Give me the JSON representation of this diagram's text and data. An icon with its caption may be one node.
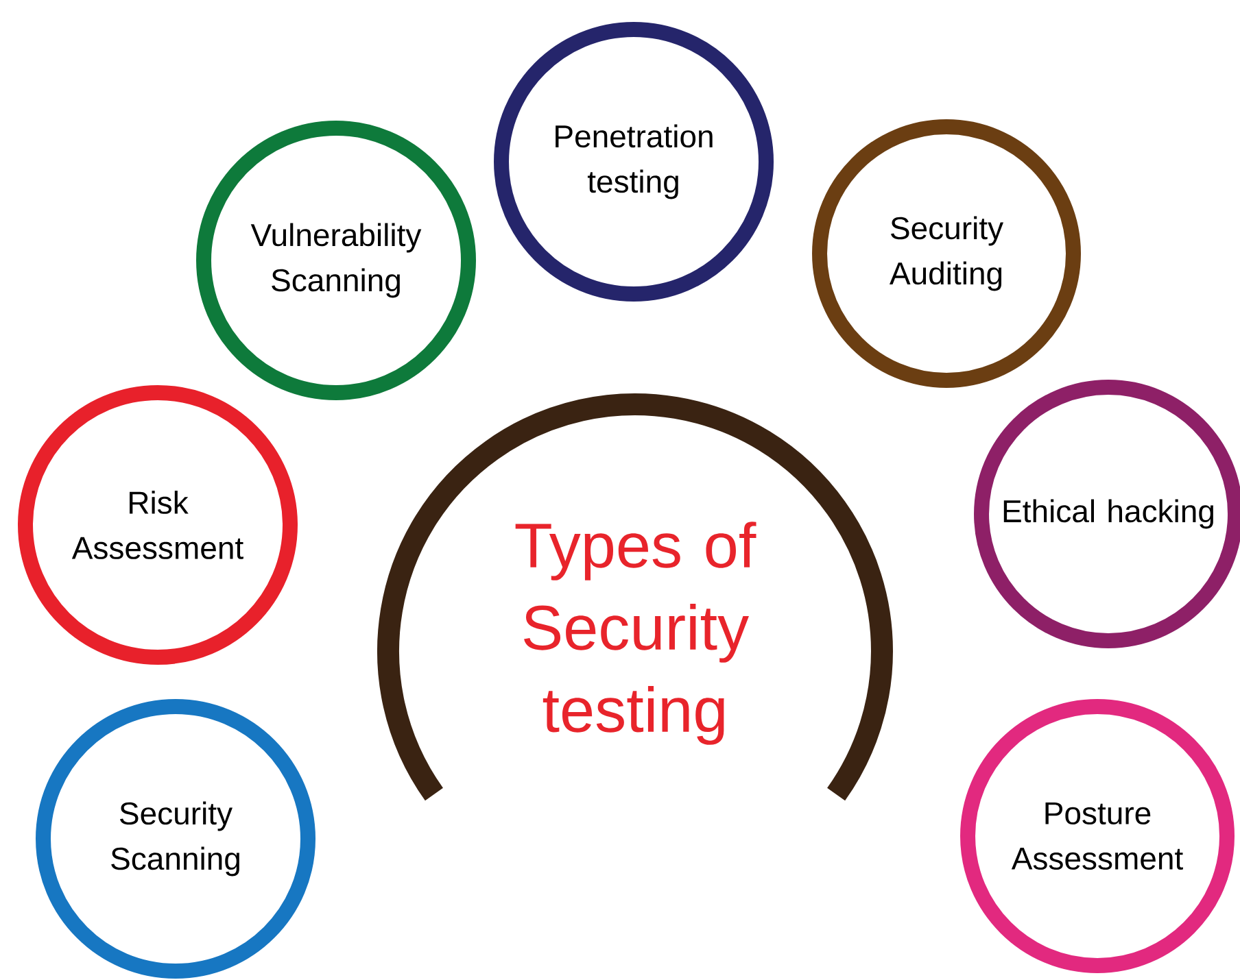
{
  "diagram": {
    "title": "Types of Security testing",
    "nodes": [
      {
        "text": [
          "Security Scanning"
        ]
      },
      {
        "text": [
          "Risk Assessment"
        ]
      },
      {
        "text": [
          "Vulnerability Scanning"
        ]
      },
      {
        "text": [
          "Penetration testing"
        ]
      },
      {
        "text": [
          "Security Auditing"
        ]
      },
      {
        "text": [
          "Ethical hacking"
        ]
      },
      {
        "text": [
          "Posture Assessment"
        ]
      }
    ]
  }
}
